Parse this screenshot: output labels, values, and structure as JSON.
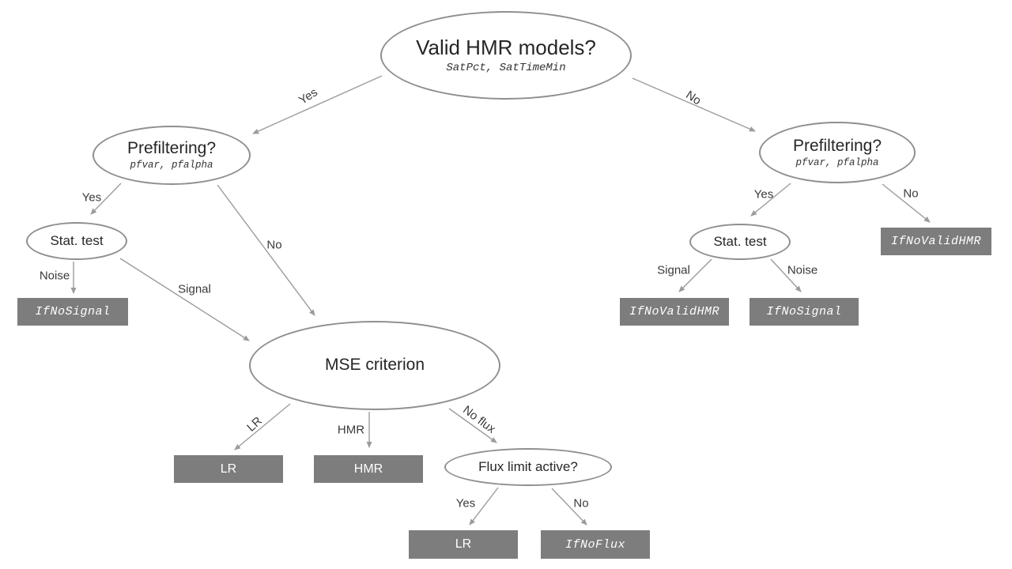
{
  "diagram": {
    "type": "decision-tree-flowchart",
    "colors": {
      "background": "#ffffff",
      "ellipse_stroke": "#8f8f8f",
      "box_fill": "#7d7d7d",
      "box_text": "#ffffff",
      "arrow": "#9c9c9c",
      "label_text": "#3a3a3a",
      "node_text": "#262626"
    },
    "nodes": {
      "valid_hmr": {
        "label": "Valid HMR models?",
        "sublabel": "SatPct, SatTimeMin",
        "shape": "ellipse"
      },
      "prefilter_left": {
        "label": "Prefiltering?",
        "sublabel": "pfvar, pfalpha",
        "shape": "ellipse"
      },
      "prefilter_right": {
        "label": "Prefiltering?",
        "sublabel": "pfvar, pfalpha",
        "shape": "ellipse"
      },
      "stat_test_left": {
        "label": "Stat. test",
        "shape": "ellipse"
      },
      "stat_test_right": {
        "label": "Stat. test",
        "shape": "ellipse"
      },
      "mse_criterion": {
        "label": "MSE criterion",
        "shape": "ellipse"
      },
      "flux_limit": {
        "label": "Flux limit active?",
        "shape": "ellipse"
      },
      "ifnosignal_left": {
        "label": "IfNoSignal",
        "shape": "box",
        "style": "mono-italic"
      },
      "lr_mid": {
        "label": "LR",
        "shape": "box",
        "style": "sans"
      },
      "hmr_box": {
        "label": "HMR",
        "shape": "box",
        "style": "sans"
      },
      "lr_bottom": {
        "label": "LR",
        "shape": "box",
        "style": "sans"
      },
      "ifnoflux": {
        "label": "IfNoFlux",
        "shape": "box",
        "style": "mono-italic"
      },
      "ifnovalidhmr_right": {
        "label": "IfNoValidHMR",
        "shape": "box",
        "style": "mono-italic"
      },
      "ifnovalidhmr_mid": {
        "label": "IfNoValidHMR",
        "shape": "box",
        "style": "mono-italic"
      },
      "ifnosignal_right": {
        "label": "IfNoSignal",
        "shape": "box",
        "style": "mono-italic"
      }
    },
    "edges": [
      {
        "from": "valid_hmr",
        "to": "prefilter_left",
        "label": "Yes"
      },
      {
        "from": "valid_hmr",
        "to": "prefilter_right",
        "label": "No"
      },
      {
        "from": "prefilter_left",
        "to": "stat_test_left",
        "label": "Yes"
      },
      {
        "from": "prefilter_left",
        "to": "mse_criterion",
        "label": "No"
      },
      {
        "from": "stat_test_left",
        "to": "ifnosignal_left",
        "label": "Noise"
      },
      {
        "from": "stat_test_left",
        "to": "mse_criterion",
        "label": "Signal"
      },
      {
        "from": "mse_criterion",
        "to": "lr_mid",
        "label": "LR"
      },
      {
        "from": "mse_criterion",
        "to": "hmr_box",
        "label": "HMR"
      },
      {
        "from": "mse_criterion",
        "to": "flux_limit",
        "label": "No flux"
      },
      {
        "from": "flux_limit",
        "to": "lr_bottom",
        "label": "Yes"
      },
      {
        "from": "flux_limit",
        "to": "ifnoflux",
        "label": "No"
      },
      {
        "from": "prefilter_right",
        "to": "stat_test_right",
        "label": "Yes"
      },
      {
        "from": "prefilter_right",
        "to": "ifnovalidhmr_right",
        "label": "No"
      },
      {
        "from": "stat_test_right",
        "to": "ifnovalidhmr_mid",
        "label": "Signal"
      },
      {
        "from": "stat_test_right",
        "to": "ifnosignal_right",
        "label": "Noise"
      }
    ]
  }
}
